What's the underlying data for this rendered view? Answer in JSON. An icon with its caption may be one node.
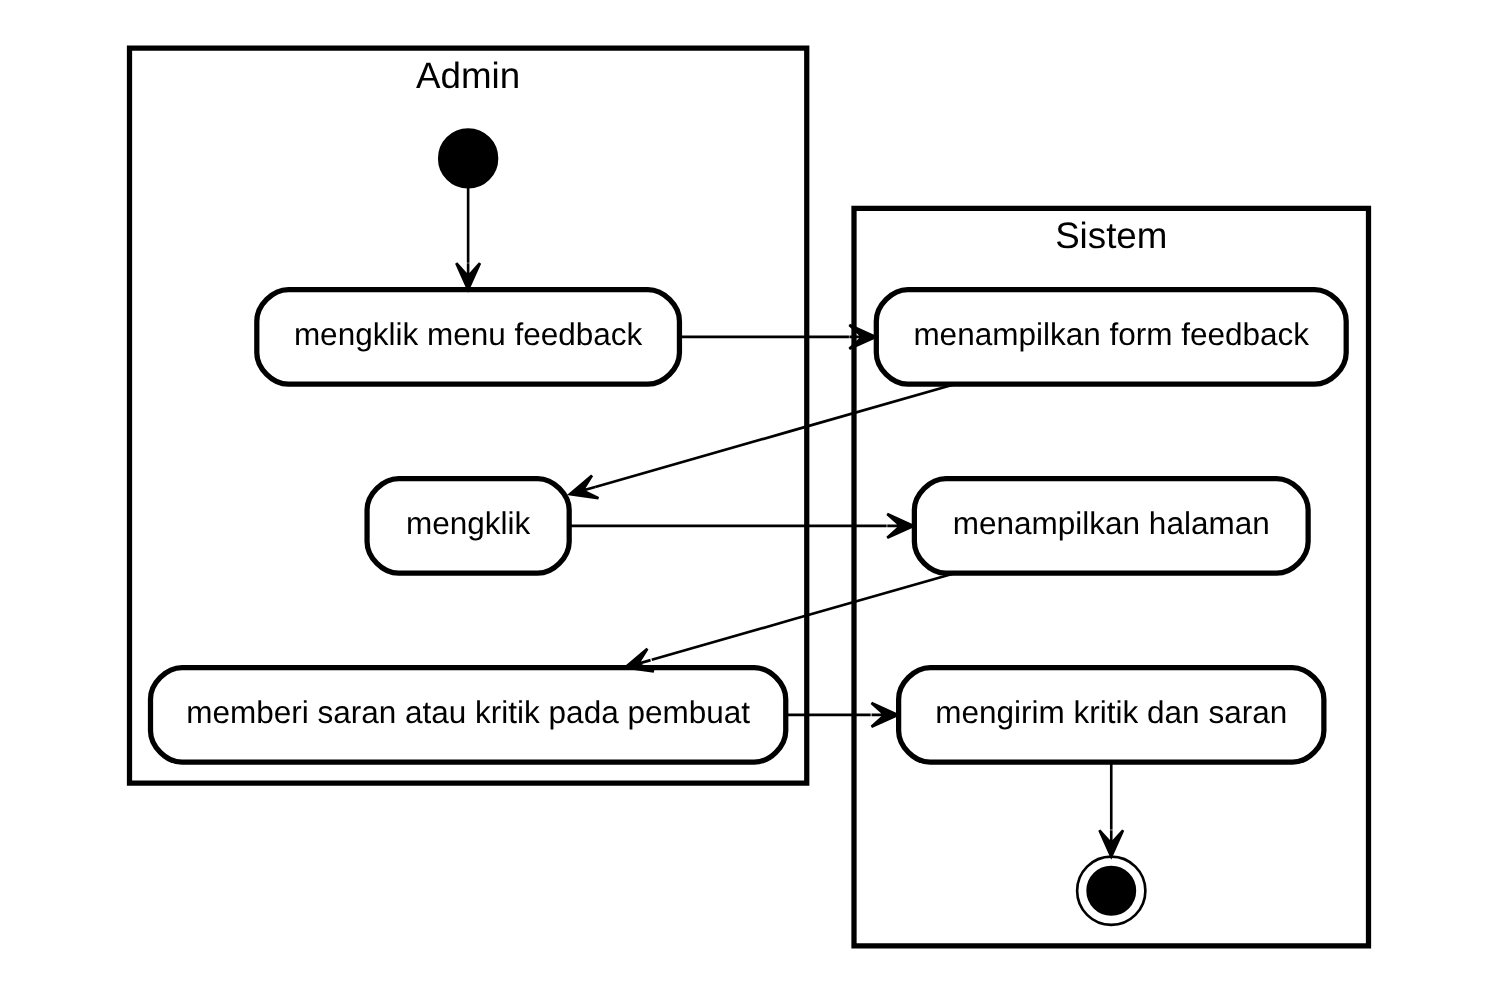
{
  "diagram": {
    "nodes": [
      {
        "text": [
          "Admin"
        ]
      },
      {
        "text": [
          "Sistem"
        ]
      },
      {
        "text": [],
        "shape": "circle",
        "in": 0
      },
      {
        "text": [
          "mengklik menu feedback"
        ],
        "in": 0
      },
      {
        "text": [
          "menampilkan form feedback"
        ],
        "in": 1
      },
      {
        "text": [
          "mengklik"
        ],
        "in": 0
      },
      {
        "text": [
          "menampilkan halaman"
        ],
        "in": 1
      },
      {
        "text": [
          "memberi saran atau kritik pada pembuat"
        ],
        "in": 0
      },
      {
        "text": [
          "mengirim kritik dan saran"
        ],
        "in": 1
      },
      {
        "text": [],
        "shape": "circle",
        "in": 1
      }
    ],
    "edges": [
      {
        "from": 2,
        "to": 3,
        "arrow": "to"
      },
      {
        "from": 3,
        "to": 4,
        "arrow": "to"
      },
      {
        "from": 4,
        "to": 5,
        "arrow": "to"
      },
      {
        "from": 5,
        "to": 6,
        "arrow": "to"
      },
      {
        "from": 6,
        "to": 7,
        "arrow": "to"
      },
      {
        "from": 7,
        "to": 8,
        "arrow": "to"
      },
      {
        "from": 8,
        "to": 9,
        "arrow": "to"
      }
    ]
  }
}
